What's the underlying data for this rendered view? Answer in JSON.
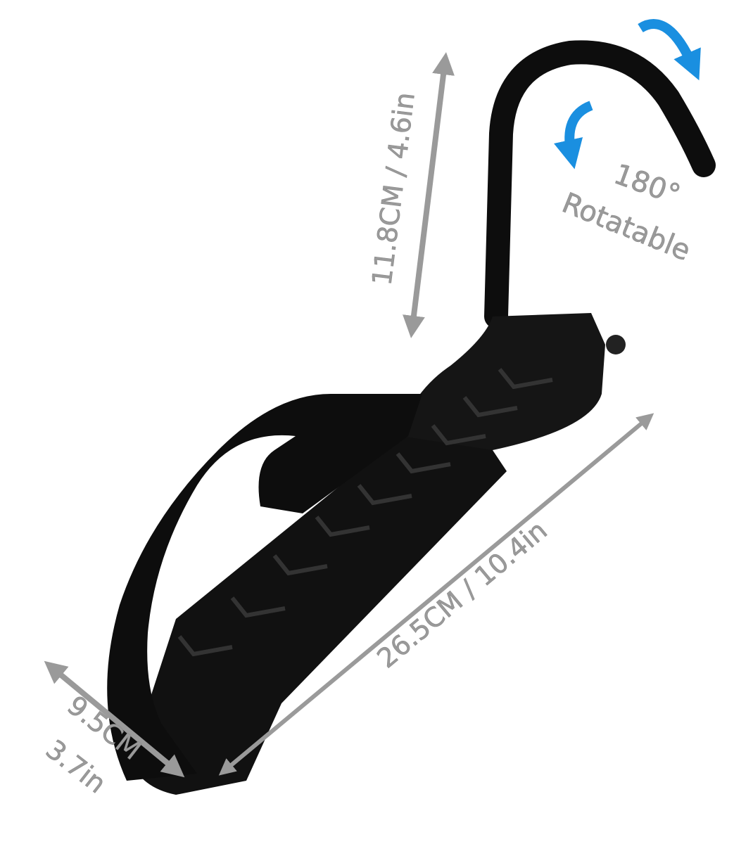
{
  "product": {
    "height_label": "11.8CM / 4.6in",
    "length_label": "26.5CM / 10.4in",
    "width_label_cm": "9.5CM",
    "width_label_in": "3.7in",
    "rotation_degrees": "180°",
    "rotation_label": "Rotatable"
  },
  "colors": {
    "bracket": "#0d0d0d",
    "dimension_arrows": "#9a9a9a",
    "rotation_arrows": "#1a8fe0"
  }
}
